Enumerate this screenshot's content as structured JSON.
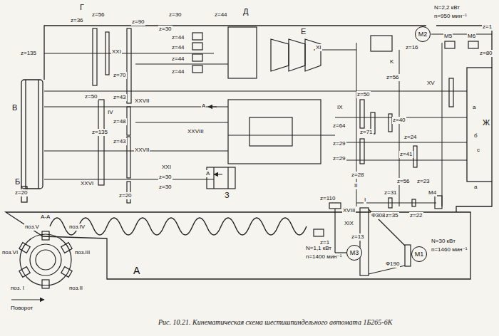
{
  "diagram": {
    "caption": "Рис. 10.21. Кинематическая схема шестишпиндельного автомата 1Б265-6К",
    "nodes": [
      {
        "text": [
          "M2"
        ]
      },
      {
        "text": [
          "M3"
        ]
      },
      {
        "text": [
          "M1"
        ]
      }
    ],
    "labels": [
      "Г",
      "z=56",
      "z=36",
      "z=90",
      "z=30",
      "z=44",
      "Д",
      "z=30",
      "z=44",
      "z=44",
      "z=44",
      "z=44",
      "XXI",
      "XI",
      "Е",
      "z=135",
      "z=70",
      "z=50",
      "z=43",
      "XXVII",
      "IV",
      "z=48",
      "z=135",
      "z=43",
      "XXVII",
      "В",
      "Б",
      "z=20",
      "XXVI",
      "z=20",
      "XXI",
      "z=30",
      "z=30",
      "З",
      "А",
      "А",
      "XXVIII",
      "А",
      "z=110",
      "XVIII",
      "XIX",
      "z=1",
      "z=13",
      "N=1,1 кВт",
      "n=1400 мин⁻¹",
      "z=28",
      "II",
      "I",
      "Ф308",
      "z=35",
      "z=22",
      "Ф190",
      "N=30 кВт",
      "n=1460 мин⁻¹",
      "M4",
      "z=56",
      "z=23",
      "z=31",
      "N=2,2 кВт",
      "n=950 мин⁻¹",
      "M5",
      "M6",
      "z=1",
      "z=80",
      "z=16",
      "K",
      "z=56",
      "XV",
      "z=50",
      "IX",
      "z=64",
      "z=71",
      "z=40",
      "z=24",
      "z=29",
      "z=29",
      "z=41",
      "Ж",
      "а",
      "б",
      "с",
      "а",
      "А-А",
      "поз.V",
      "поз.IV",
      "поз.VI",
      "поз.III",
      "поз. I",
      "поз.II",
      "Поворот"
    ]
  }
}
